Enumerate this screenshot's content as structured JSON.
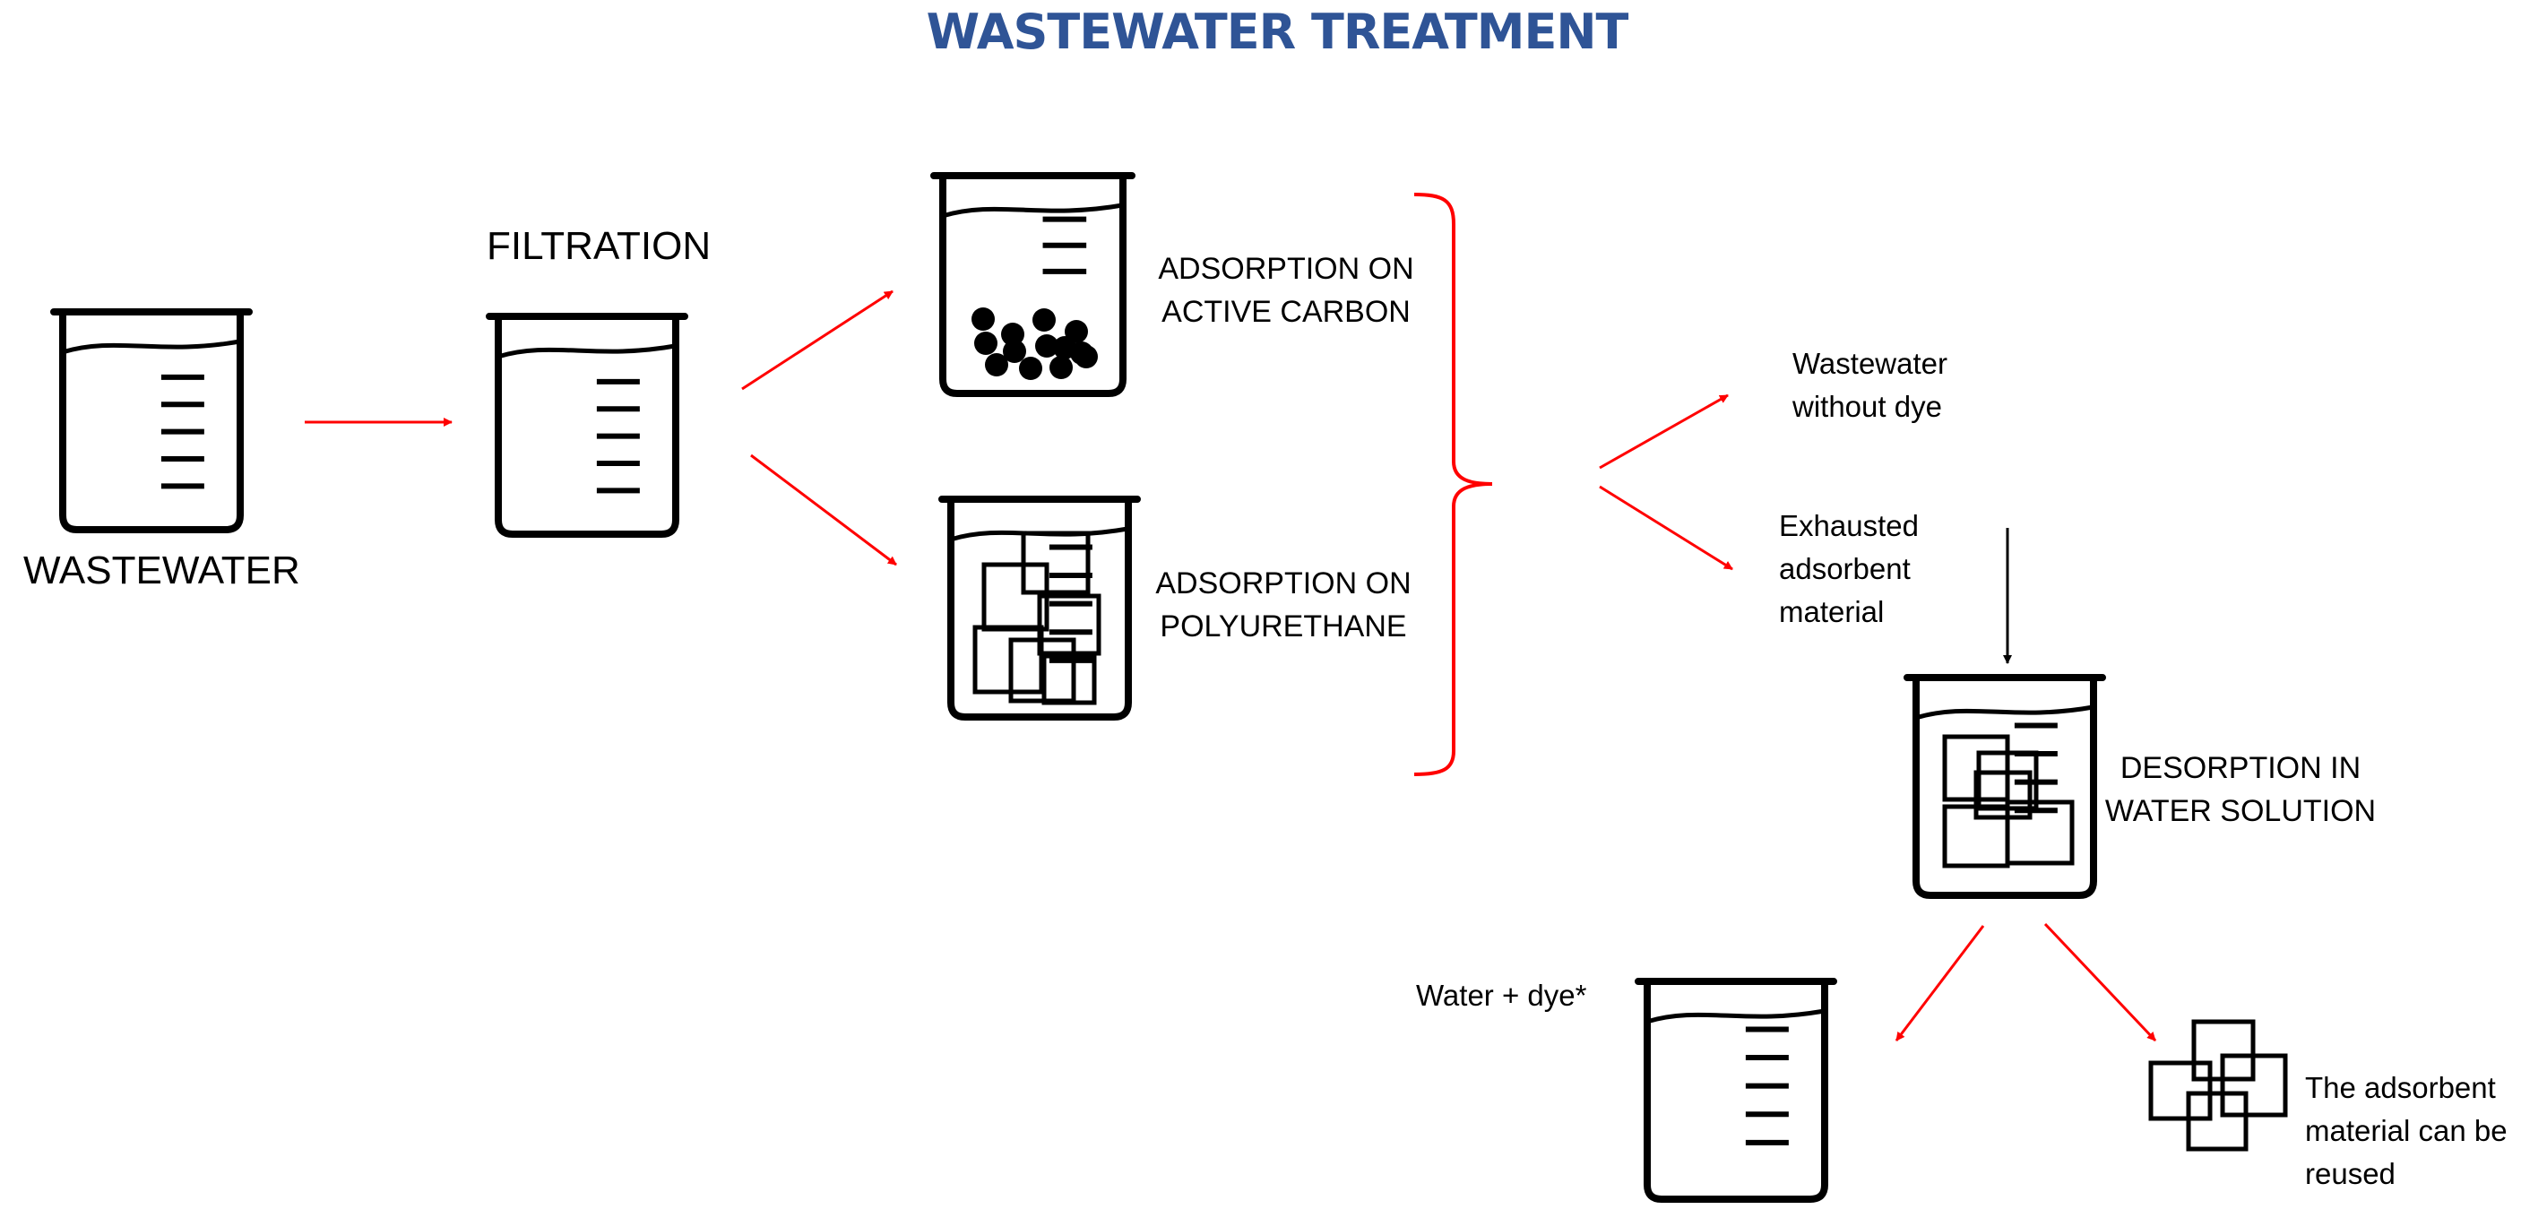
{
  "title": "WASTEWATER TREATMENT",
  "labels": {
    "wastewater": "WASTEWATER",
    "filtration": "FILTRATION",
    "adsorption_carbon_1": "ADSORPTION ON",
    "adsorption_carbon_2": "ACTIVE CARBON",
    "adsorption_pu_1": "ADSORPTION ON",
    "adsorption_pu_2": "POLYURETHANE",
    "without_dye_1": "Wastewater",
    "without_dye_2": "without dye",
    "exhausted_1": "Exhausted",
    "exhausted_2": "adsorbent",
    "exhausted_3": "material",
    "desorption_1": "DESORPTION IN",
    "desorption_2": "WATER SOLUTION",
    "water_dye": "Water + dye*",
    "reused_1": "The adsorbent",
    "reused_2": "material can be",
    "reused_3": "reused"
  },
  "colors": {
    "title": "#2f5496",
    "arrow": "#ff0000",
    "outline": "#000000",
    "background": "#ffffff"
  },
  "icons": [
    "beaker-icon",
    "carbon-particles-icon",
    "polyurethane-squares-icon",
    "bracket-icon"
  ]
}
